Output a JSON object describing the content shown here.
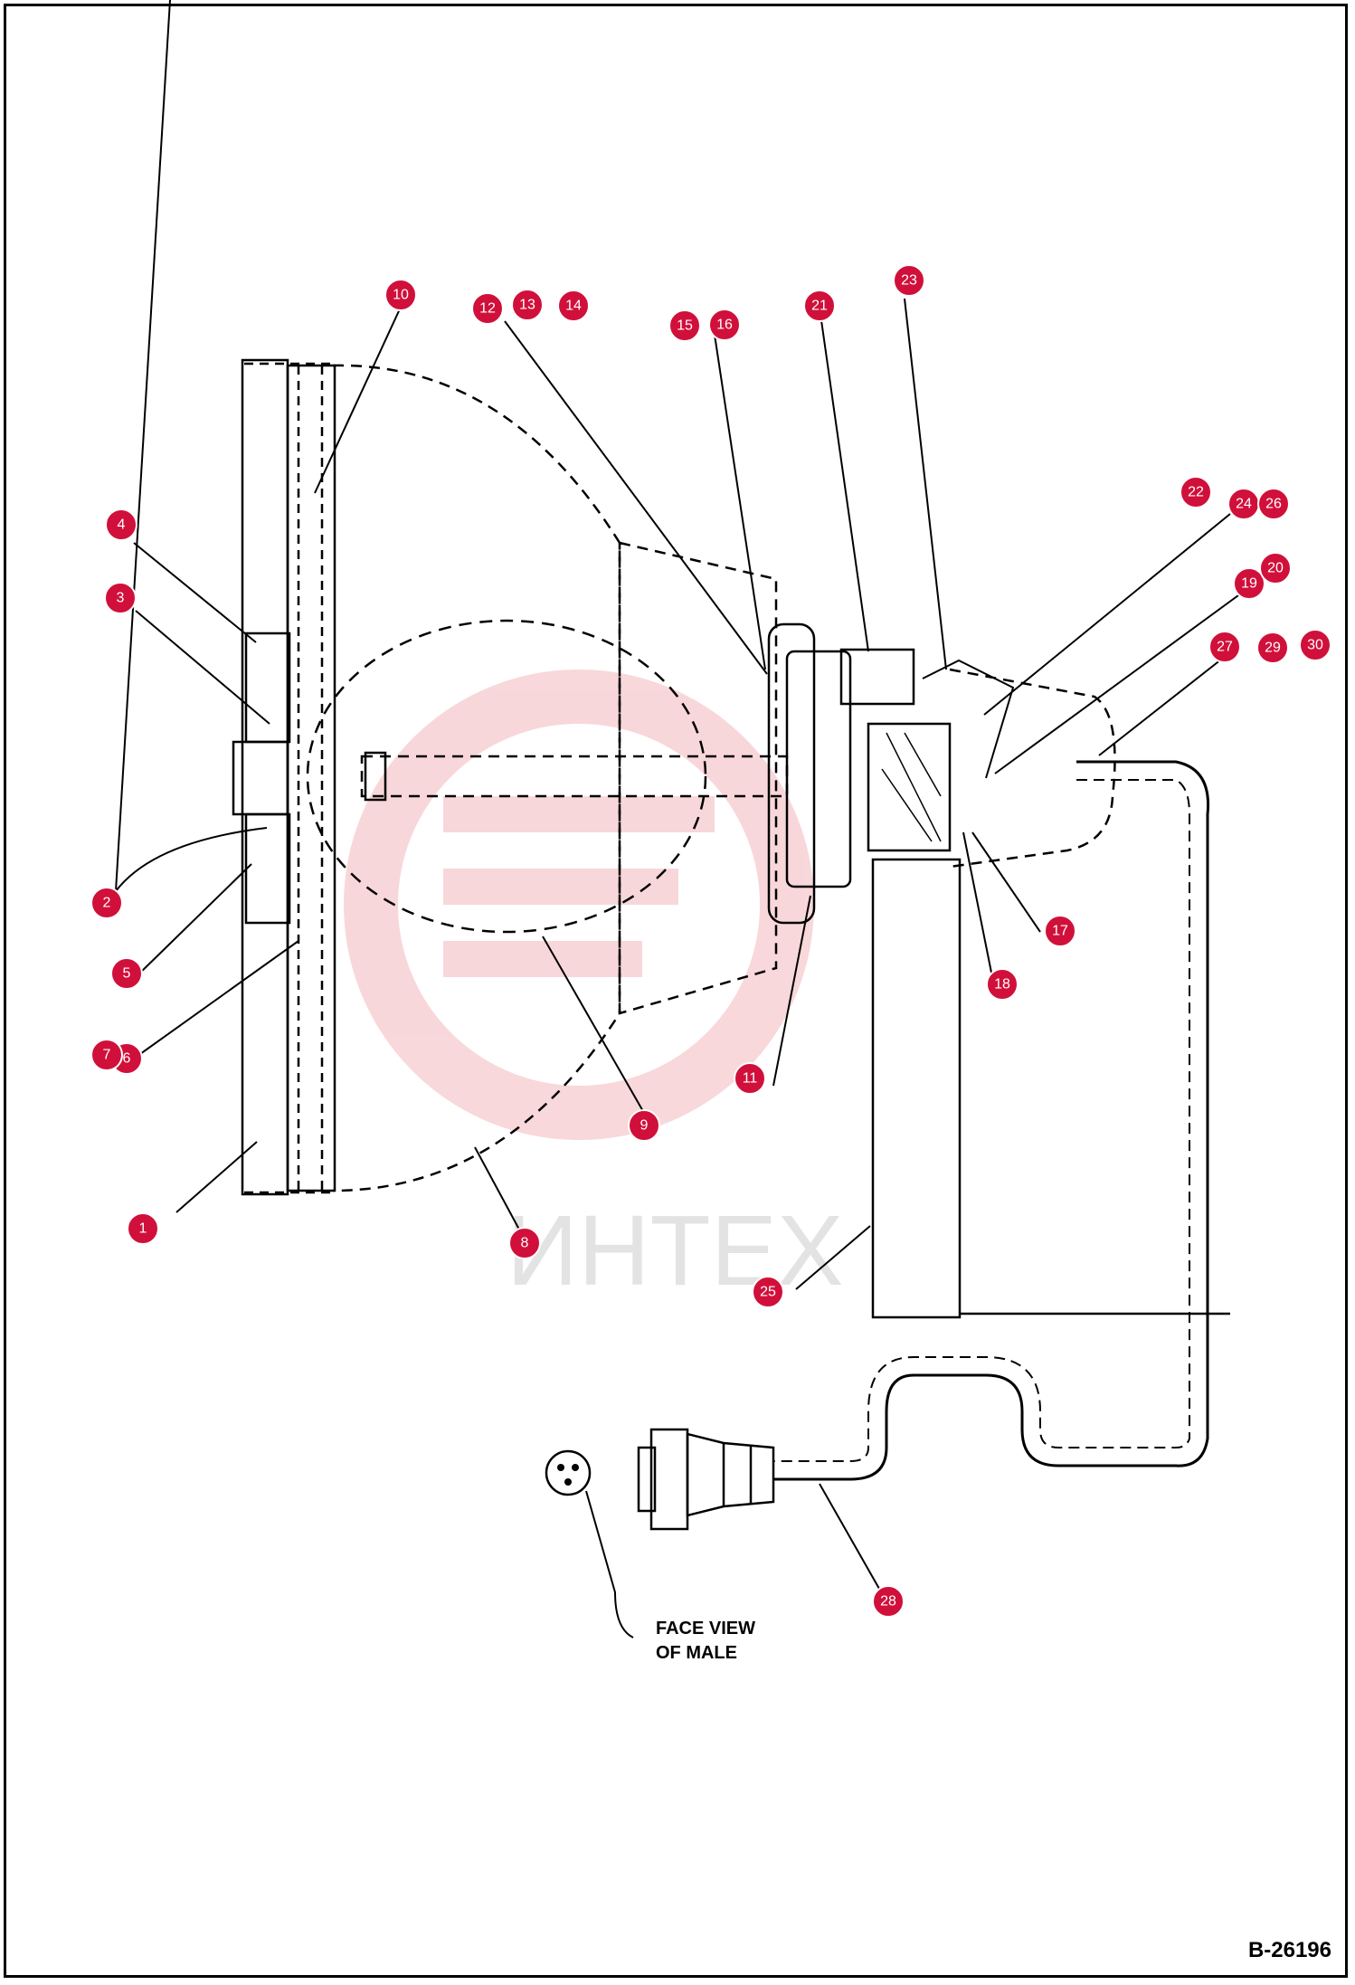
{
  "drawing_number": "B-26196",
  "face_view_note": [
    "FACE VIEW",
    "OF MALE"
  ],
  "watermark": "ИНТЕХ",
  "colors": {
    "badge": "#d0103a",
    "line": "#000000",
    "watermark": "#f3b8bc",
    "watermark_text": "#d8d8d8"
  },
  "callouts": [
    "1",
    "2",
    "3",
    "4",
    "5",
    "6",
    "7",
    "8",
    "9",
    "10",
    "11",
    "12",
    "13",
    "14",
    "15",
    "16",
    "17",
    "18",
    "19",
    "20",
    "21",
    "22",
    "23",
    "24",
    "25",
    "26",
    "27",
    "28",
    "29",
    "30"
  ]
}
